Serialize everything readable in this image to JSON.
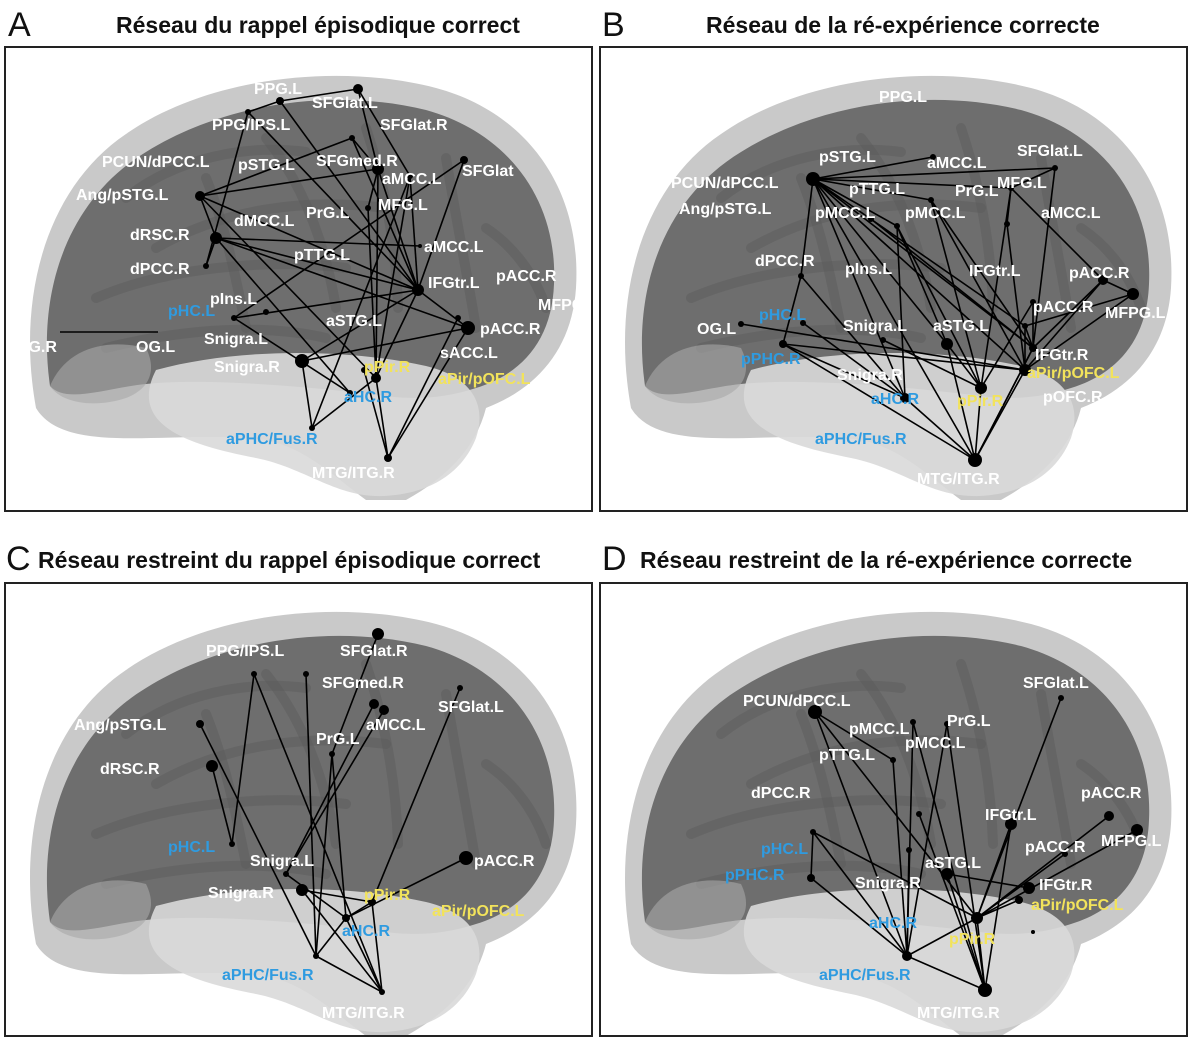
{
  "colors": {
    "region_white": "#ffffff",
    "region_blue": "#2f9be0",
    "region_yellow": "#f2e35b",
    "edge": "#000000",
    "brain_dark": "#6e6e6e",
    "brain_light": "#c9c9c9",
    "temporal_light": "#d9d9d9"
  },
  "panels": [
    {
      "letter": "A",
      "title": "Réseau du rappel épisodique correct",
      "labels": [
        {
          "text": "PPG.L",
          "color": "white"
        },
        {
          "text": "SFGlat.L",
          "color": "white"
        },
        {
          "text": "PPG/IPS.L",
          "color": "white"
        },
        {
          "text": "SFGlat.R",
          "color": "white"
        },
        {
          "text": "PCUN/dPCC.L",
          "color": "white"
        },
        {
          "text": "pSTG.L",
          "color": "white"
        },
        {
          "text": "SFGmed.R",
          "color": "white"
        },
        {
          "text": "SFGlat",
          "color": "white"
        },
        {
          "text": "aMCC.L",
          "color": "white"
        },
        {
          "text": "Ang/pSTG.L",
          "color": "white"
        },
        {
          "text": "MFG.L",
          "color": "white"
        },
        {
          "text": "dMCC.L",
          "color": "white"
        },
        {
          "text": "PrG.L",
          "color": "white"
        },
        {
          "text": "dRSC.R",
          "color": "white"
        },
        {
          "text": "aMCC.L",
          "color": "white"
        },
        {
          "text": "pTTG.L",
          "color": "white"
        },
        {
          "text": "dPCC.R",
          "color": "white"
        },
        {
          "text": "IFGtr.L",
          "color": "white"
        },
        {
          "text": "pACC.R",
          "color": "white"
        },
        {
          "text": "pIns.L",
          "color": "white"
        },
        {
          "text": "MFPG",
          "color": "white"
        },
        {
          "text": "pHC.L",
          "color": "blue"
        },
        {
          "text": "aSTG.L",
          "color": "white"
        },
        {
          "text": "pACC.R",
          "color": "white"
        },
        {
          "text": "Snigra.L",
          "color": "white"
        },
        {
          "text": "OG.R",
          "color": "white"
        },
        {
          "text": "OG.L",
          "color": "white"
        },
        {
          "text": "sACC.L",
          "color": "white"
        },
        {
          "text": "Snigra.R",
          "color": "white"
        },
        {
          "text": "pPir.R",
          "color": "yellow"
        },
        {
          "text": "aPir/pOFC.L",
          "color": "yellow"
        },
        {
          "text": "aHC.R",
          "color": "blue"
        },
        {
          "text": "aPHC/Fus.R",
          "color": "blue"
        },
        {
          "text": "MTG/ITG.R",
          "color": "white"
        }
      ]
    },
    {
      "letter": "B",
      "title": "Réseau de la ré-expérience correcte",
      "labels": [
        {
          "text": "PPG.L",
          "color": "white"
        },
        {
          "text": "SFGlat.L",
          "color": "white"
        },
        {
          "text": "pSTG.L",
          "color": "white"
        },
        {
          "text": "aMCC.L",
          "color": "white"
        },
        {
          "text": "PCUN/dPCC.L",
          "color": "white"
        },
        {
          "text": "pTTG.L",
          "color": "white"
        },
        {
          "text": "PrG.L",
          "color": "white"
        },
        {
          "text": "MFG.L",
          "color": "white"
        },
        {
          "text": "Ang/pSTG.L",
          "color": "white"
        },
        {
          "text": "pMCC.L",
          "color": "white"
        },
        {
          "text": "pMCC.L",
          "color": "white"
        },
        {
          "text": "aMCC.L",
          "color": "white"
        },
        {
          "text": "dPCC.R",
          "color": "white"
        },
        {
          "text": "pIns.L",
          "color": "white"
        },
        {
          "text": "IFGtr.L",
          "color": "white"
        },
        {
          "text": "pACC.R",
          "color": "white"
        },
        {
          "text": "pACC.R",
          "color": "white"
        },
        {
          "text": "MFPG.L",
          "color": "white"
        },
        {
          "text": "OG.L",
          "color": "white"
        },
        {
          "text": "pHC.L",
          "color": "blue"
        },
        {
          "text": "Snigra.L",
          "color": "white"
        },
        {
          "text": "aSTG.L",
          "color": "white"
        },
        {
          "text": "IFGtr.R",
          "color": "white"
        },
        {
          "text": "pPHC.R",
          "color": "blue"
        },
        {
          "text": "Snigra.R",
          "color": "white"
        },
        {
          "text": "aPir/pOFC.L",
          "color": "yellow"
        },
        {
          "text": "aHC.R",
          "color": "blue"
        },
        {
          "text": "pPir.R",
          "color": "yellow"
        },
        {
          "text": "pOFC.R",
          "color": "white"
        },
        {
          "text": "aPHC/Fus.R",
          "color": "blue"
        },
        {
          "text": "MTG/ITG.R",
          "color": "white"
        }
      ]
    },
    {
      "letter": "C",
      "title": "Réseau restreint du rappel épisodique correct",
      "labels": [
        {
          "text": "PPG/IPS.L",
          "color": "white"
        },
        {
          "text": "SFGlat.R",
          "color": "white"
        },
        {
          "text": "SFGmed.R",
          "color": "white"
        },
        {
          "text": "SFGlat.L",
          "color": "white"
        },
        {
          "text": "Ang/pSTG.L",
          "color": "white"
        },
        {
          "text": "aMCC.L",
          "color": "white"
        },
        {
          "text": "PrG.L",
          "color": "white"
        },
        {
          "text": "dRSC.R",
          "color": "white"
        },
        {
          "text": "pHC.L",
          "color": "blue"
        },
        {
          "text": "Snigra.L",
          "color": "white"
        },
        {
          "text": "pACC.R",
          "color": "white"
        },
        {
          "text": "Snigra.R",
          "color": "white"
        },
        {
          "text": "pPir.R",
          "color": "yellow"
        },
        {
          "text": "aPir/pOFC.L",
          "color": "yellow"
        },
        {
          "text": "aHC.R",
          "color": "blue"
        },
        {
          "text": "aPHC/Fus.R",
          "color": "blue"
        },
        {
          "text": "MTG/ITG.R",
          "color": "white"
        }
      ]
    },
    {
      "letter": "D",
      "title": "Réseau restreint de la ré-expérience correcte",
      "labels": [
        {
          "text": "SFGlat.L",
          "color": "white"
        },
        {
          "text": "PCUN/dPCC.L",
          "color": "white"
        },
        {
          "text": "PrG.L",
          "color": "white"
        },
        {
          "text": "pMCC.L",
          "color": "white"
        },
        {
          "text": "pMCC.L",
          "color": "white"
        },
        {
          "text": "pTTG.L",
          "color": "white"
        },
        {
          "text": "dPCC.R",
          "color": "white"
        },
        {
          "text": "pACC.R",
          "color": "white"
        },
        {
          "text": "IFGtr.L",
          "color": "white"
        },
        {
          "text": "MFPG.L",
          "color": "white"
        },
        {
          "text": "pACC.R",
          "color": "white"
        },
        {
          "text": "pHC.L",
          "color": "blue"
        },
        {
          "text": "aSTG.L",
          "color": "white"
        },
        {
          "text": "pPHC.R",
          "color": "blue"
        },
        {
          "text": "Snigra.R",
          "color": "white"
        },
        {
          "text": "IFGtr.R",
          "color": "white"
        },
        {
          "text": "aPir/pOFC.L",
          "color": "yellow"
        },
        {
          "text": "aHC.R",
          "color": "blue"
        },
        {
          "text": "pPir.R",
          "color": "yellow"
        },
        {
          "text": "aPHC/Fus.R",
          "color": "blue"
        },
        {
          "text": "MTG/ITG.R",
          "color": "white"
        }
      ]
    }
  ]
}
